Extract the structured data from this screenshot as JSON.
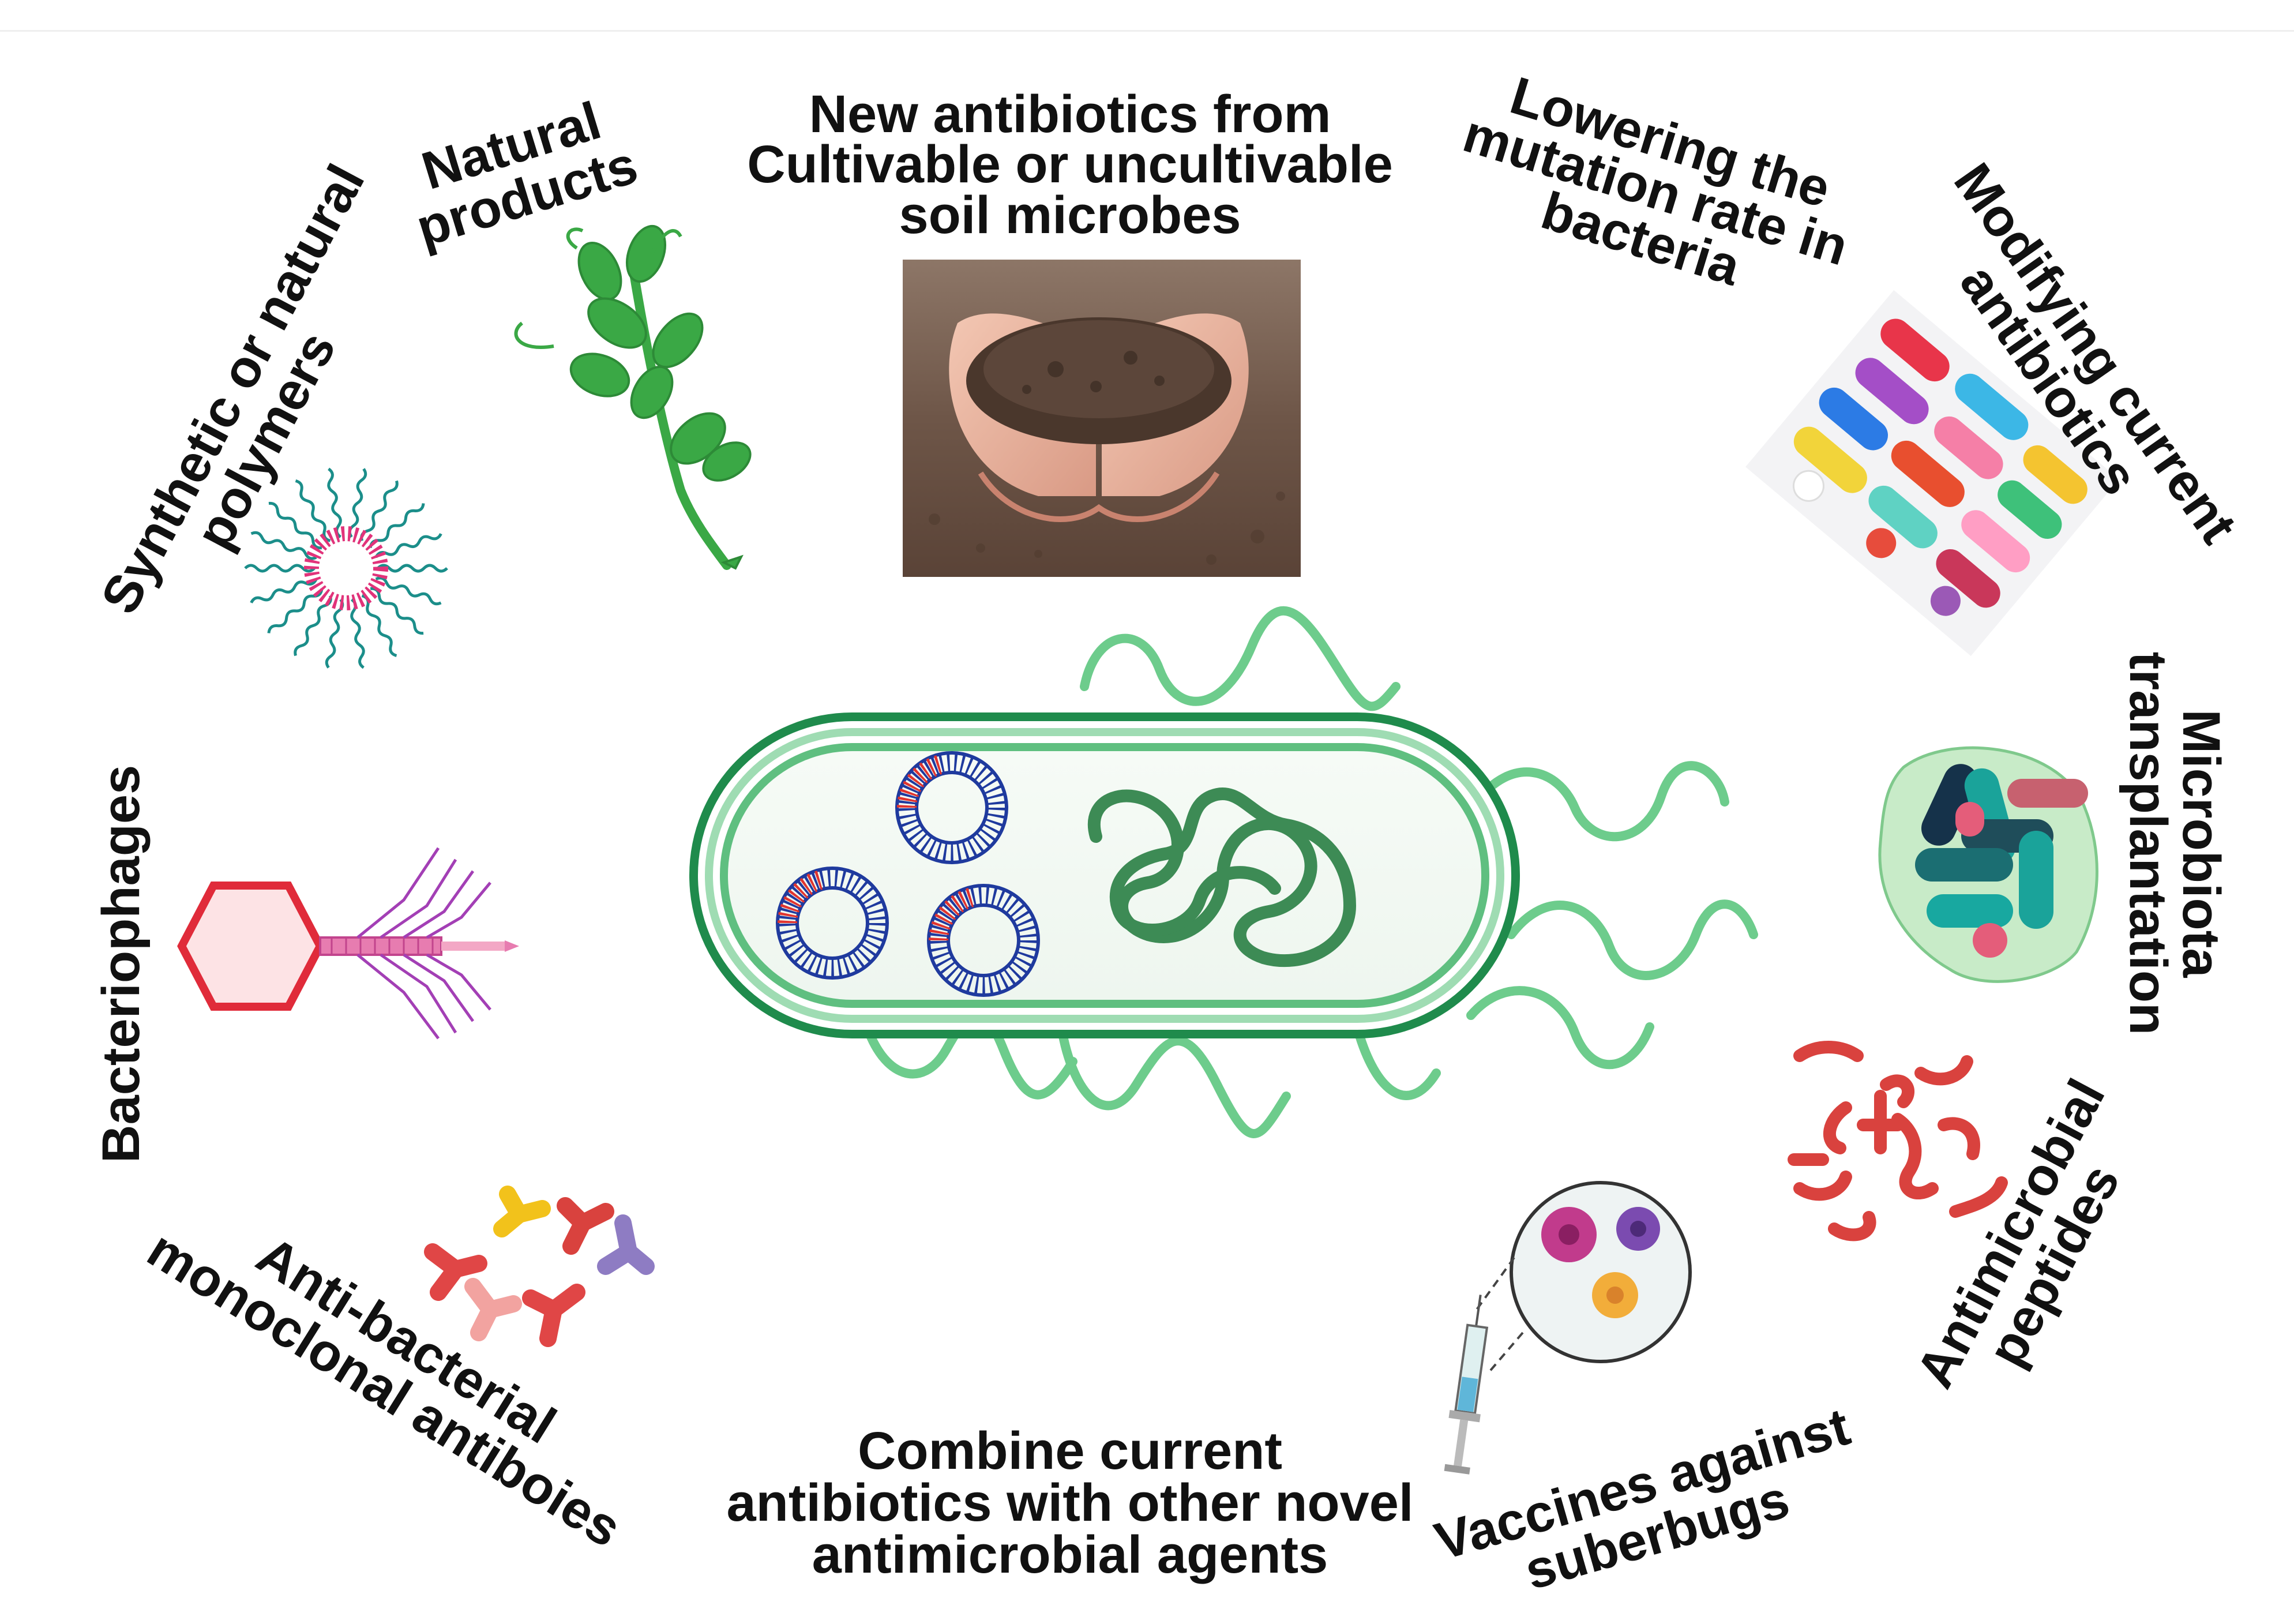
{
  "labels": {
    "natural_products": [
      "Natural",
      "products"
    ],
    "new_antibiotics": [
      "New antibiotics from",
      "Cultivable or uncultivable",
      "soil microbes"
    ],
    "mutation_rate": [
      "Lowering the",
      "mutation rate in",
      "bacteria"
    ],
    "modifying": [
      "Modifying current",
      "antibiotics"
    ],
    "polymers": [
      "Synthetic or natural",
      "polymers"
    ],
    "microbiota": [
      "Microbiota",
      "transplantation"
    ],
    "bacteriophages": [
      "Bacteriophages"
    ],
    "antimicrobial_peptides": [
      "Antimicrobial",
      "peptides"
    ],
    "monoclonal": [
      "Anti-bacterial",
      "monoclonal antiboies"
    ],
    "combine": [
      "Combine current",
      "antibiotics with other novel",
      "antimicrobial agents"
    ],
    "vaccines": [
      "Vaccines against",
      "suberbugs"
    ]
  },
  "icons": {
    "plant": "pea-plant-icon",
    "soil": "soil-in-hands-photo",
    "pills": "pills-photo",
    "polymer": "polymer-micelle-icon",
    "microbiota": "microbiota-capsule-icon",
    "phage": "bacteriophage-icon",
    "peptides": "peptides-icon",
    "antibodies": "antibodies-icon",
    "vaccine": "syringe-icon",
    "bacterium": "bacterium-cell-icon"
  },
  "colors": {
    "bacterium_dark": "#1f8b4c",
    "bacterium_light": "#7fd19b",
    "flagella": "#6dcc8c",
    "dna": "#3d8b55",
    "plasmid_blue": "#1f3a9e",
    "plasmid_red": "#e0342f",
    "phage_red": "#e02b3a",
    "phage_purple": "#a33fb5",
    "polymer_teal": "#1b8e8a",
    "polymer_pink": "#e1337a",
    "peptide_red": "#d9423e",
    "plant_green": "#3aa845"
  }
}
